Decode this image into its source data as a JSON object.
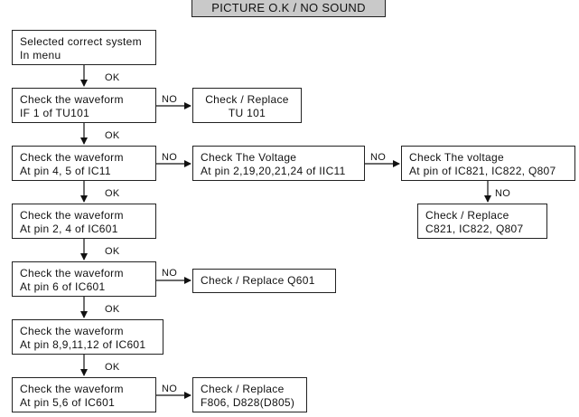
{
  "title": "PICTURE O.K /   NO SOUND",
  "labels": {
    "ok": "OK",
    "no": "NO"
  },
  "boxes": {
    "b1": [
      "Selected correct system",
      "In menu"
    ],
    "b2": [
      "Check the waveform",
      "IF 1 of TU101"
    ],
    "b2r": [
      "Check  / Replace",
      "TU 101"
    ],
    "b3": [
      "Check the waveform",
      "At pin 4, 5 of IC11"
    ],
    "b3r": [
      "Check The Voltage",
      "At pin 2,19,20,21,24 of IIC11"
    ],
    "b3rr": [
      "Check The voltage",
      "At pin of IC821, IC822, Q807"
    ],
    "b3rrd": [
      "Check / Replace",
      "C821, IC822, Q807"
    ],
    "b4": [
      "Check the waveform",
      "At pin 2, 4 of IC601"
    ],
    "b5": [
      "Check the waveform",
      "At pin 6 of IC601"
    ],
    "b5r": [
      "Check / Replace Q601"
    ],
    "b6": [
      "Check the waveform",
      "At pin 8,9,11,12 of IC601"
    ],
    "b7": [
      "Check the waveform",
      "At pin 5,6 of IC601"
    ],
    "b7r": [
      "Check / Replace",
      "F806, D828(D805)"
    ]
  }
}
